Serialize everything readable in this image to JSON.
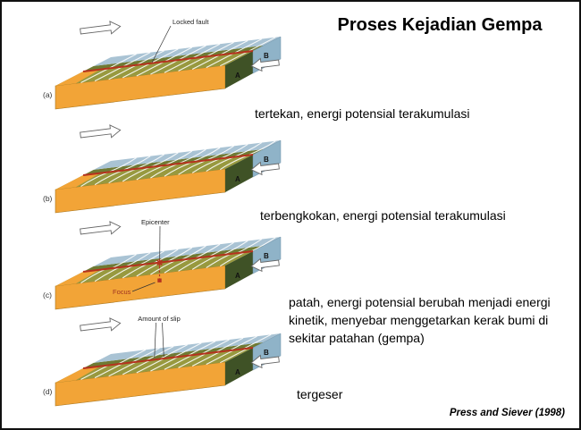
{
  "page": {
    "title": "Proses Kejadian Gempa",
    "credit": "Press and Siever (1998)"
  },
  "panels": [
    {
      "label": "(a)",
      "annotation": "Locked fault",
      "block_a": "A",
      "block_b": "B",
      "caption": "tertekan, energi potensial terakumulasi"
    },
    {
      "label": "(b)",
      "block_a": "A",
      "block_b": "B",
      "caption": "terbengkokan, energi potensial terakumulasi"
    },
    {
      "label": "(c)",
      "annotation_epicenter": "Epicenter",
      "annotation_focus": "Focus",
      "block_a": "A",
      "block_b": "B",
      "caption": "patah, energi potensial berubah menjadi energi kinetik, menyebar menggetarkan kerak bumi di sekitar patahan (gempa)"
    },
    {
      "label": "(d)",
      "annotation": "Amount of slip",
      "block_a": "A",
      "block_b": "B",
      "caption": "tergeser"
    }
  ],
  "colors": {
    "front_orange": "#f2a437",
    "top_olive": "#98993f",
    "band_olive": "#6f7a33",
    "top_blue": "#a9c3d4",
    "end_green": "#3f5226",
    "end_blue": "#8fb3c8",
    "fault_red": "#b5321e",
    "grid_white": "#ffffff"
  }
}
